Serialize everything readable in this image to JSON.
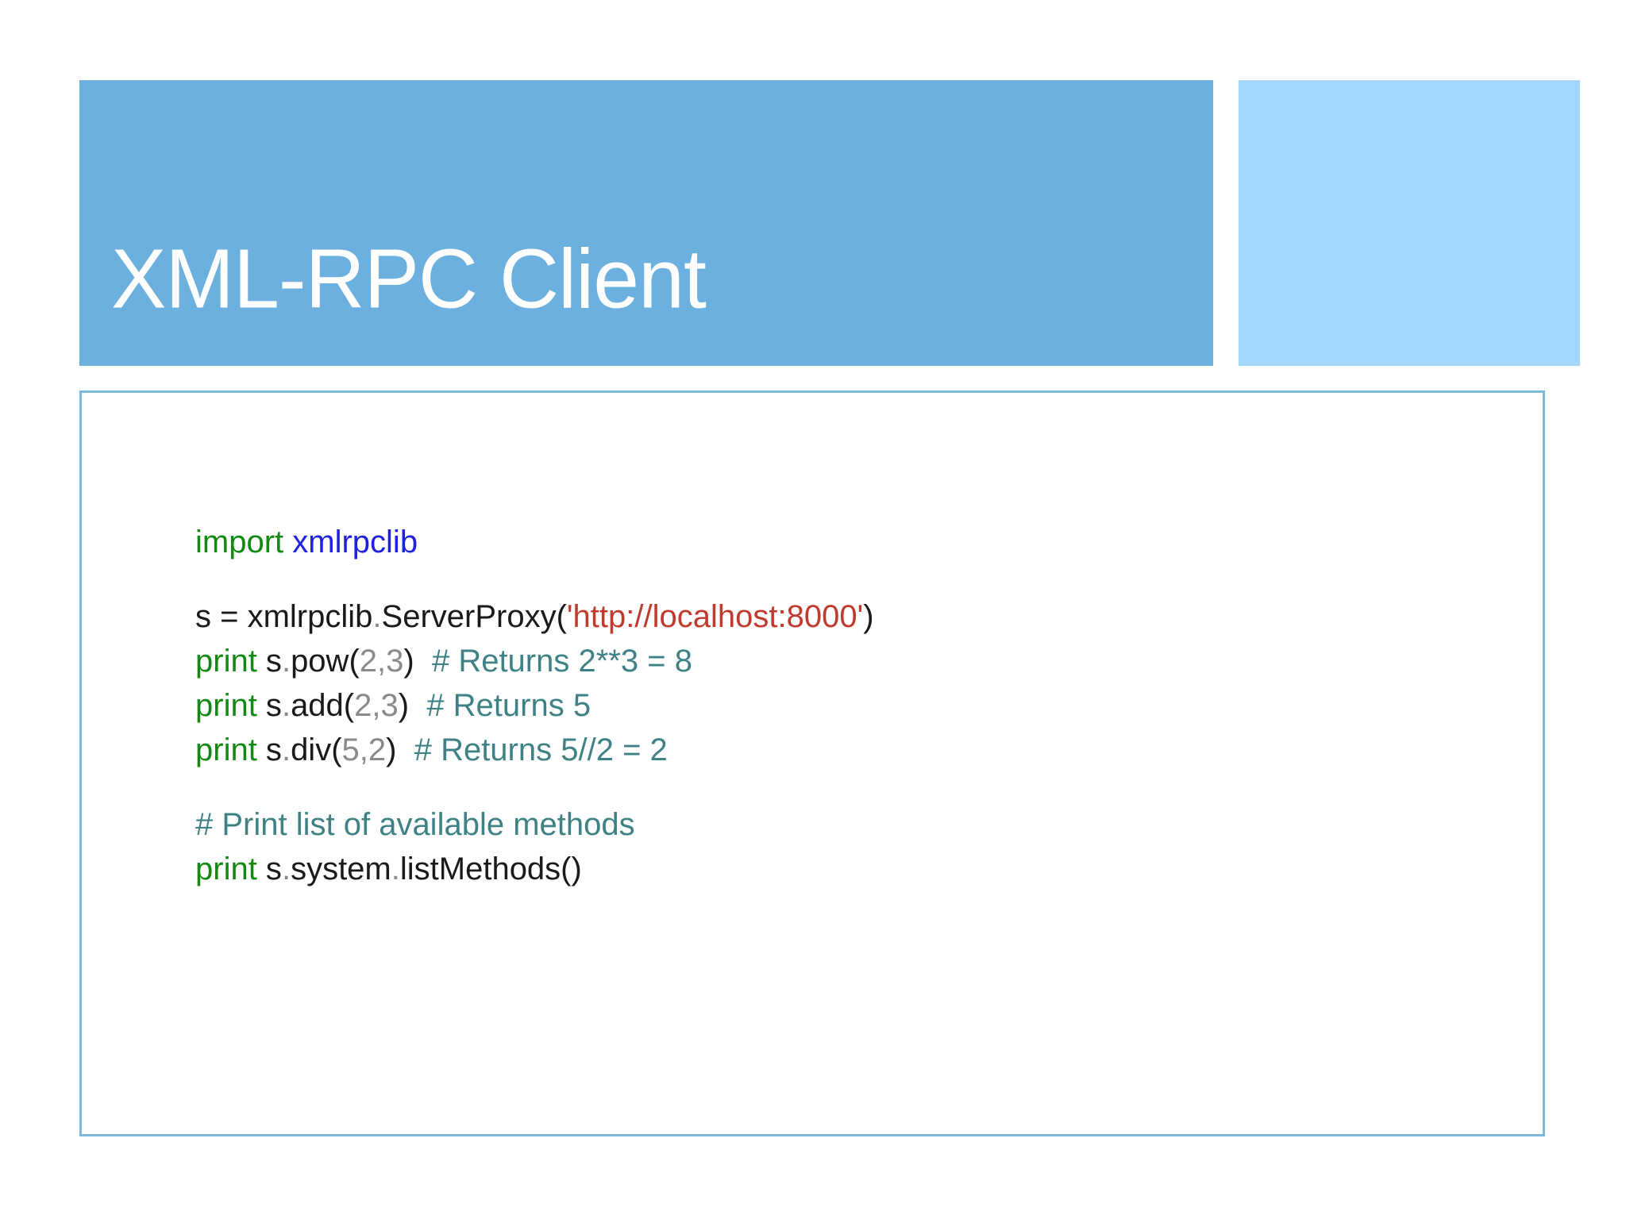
{
  "slide": {
    "title": "XML-RPC Client",
    "colors": {
      "header_bar": "#6CB0E0",
      "header_accent": "#A3D7FD",
      "content_border": "#7FB8DD",
      "keyword": "#128A12",
      "module": "#2020E0",
      "string": "#C03A2E",
      "comment": "#3F8285",
      "number": "#8A8A8A",
      "plain": "#1A1A1A",
      "background": "#FFFFFF"
    }
  },
  "code": {
    "lines": [
      {
        "id": "line-import",
        "tokens": [
          {
            "t": "import",
            "c": "kw"
          },
          {
            "t": " ",
            "c": "plain"
          },
          {
            "t": "xmlrpclib",
            "c": "module"
          }
        ]
      },
      {
        "id": "line-blank-1",
        "tokens": []
      },
      {
        "id": "line-serverproxy",
        "tokens": [
          {
            "t": "s = xmlrpclib",
            "c": "plain"
          },
          {
            "t": ".",
            "c": "dot"
          },
          {
            "t": "ServerProxy(",
            "c": "plain"
          },
          {
            "t": "'http://localhost:8000'",
            "c": "str"
          },
          {
            "t": ")",
            "c": "plain"
          }
        ]
      },
      {
        "id": "line-pow",
        "tokens": [
          {
            "t": "print",
            "c": "kw"
          },
          {
            "t": " s",
            "c": "plain"
          },
          {
            "t": ".",
            "c": "dot"
          },
          {
            "t": "pow(",
            "c": "plain"
          },
          {
            "t": "2",
            "c": "num"
          },
          {
            "t": ",",
            "c": "num"
          },
          {
            "t": "3",
            "c": "num"
          },
          {
            "t": ")",
            "c": "plain"
          },
          {
            "t": "  ",
            "c": "plain"
          },
          {
            "t": "# Returns 2**3 = 8",
            "c": "comment"
          }
        ]
      },
      {
        "id": "line-add",
        "tokens": [
          {
            "t": "print",
            "c": "kw"
          },
          {
            "t": " s",
            "c": "plain"
          },
          {
            "t": ".",
            "c": "dot"
          },
          {
            "t": "add(",
            "c": "plain"
          },
          {
            "t": "2",
            "c": "num"
          },
          {
            "t": ",",
            "c": "num"
          },
          {
            "t": "3",
            "c": "num"
          },
          {
            "t": ")",
            "c": "plain"
          },
          {
            "t": "  ",
            "c": "plain"
          },
          {
            "t": "# Returns 5",
            "c": "comment"
          }
        ]
      },
      {
        "id": "line-div",
        "tokens": [
          {
            "t": "print",
            "c": "kw"
          },
          {
            "t": " s",
            "c": "plain"
          },
          {
            "t": ".",
            "c": "dot"
          },
          {
            "t": "div(",
            "c": "plain"
          },
          {
            "t": "5",
            "c": "num"
          },
          {
            "t": ",",
            "c": "num"
          },
          {
            "t": "2",
            "c": "num"
          },
          {
            "t": ")",
            "c": "plain"
          },
          {
            "t": "  ",
            "c": "plain"
          },
          {
            "t": "# Returns 5//2 = 2",
            "c": "comment"
          }
        ]
      },
      {
        "id": "line-blank-2",
        "tokens": []
      },
      {
        "id": "line-comment-methods",
        "tokens": [
          {
            "t": "# Print list of available methods",
            "c": "comment"
          }
        ]
      },
      {
        "id": "line-listmethods",
        "tokens": [
          {
            "t": "print",
            "c": "kw"
          },
          {
            "t": " s",
            "c": "plain"
          },
          {
            "t": ".",
            "c": "dot"
          },
          {
            "t": "system",
            "c": "plain"
          },
          {
            "t": ".",
            "c": "dot"
          },
          {
            "t": "listMethods()",
            "c": "plain"
          }
        ]
      }
    ]
  }
}
